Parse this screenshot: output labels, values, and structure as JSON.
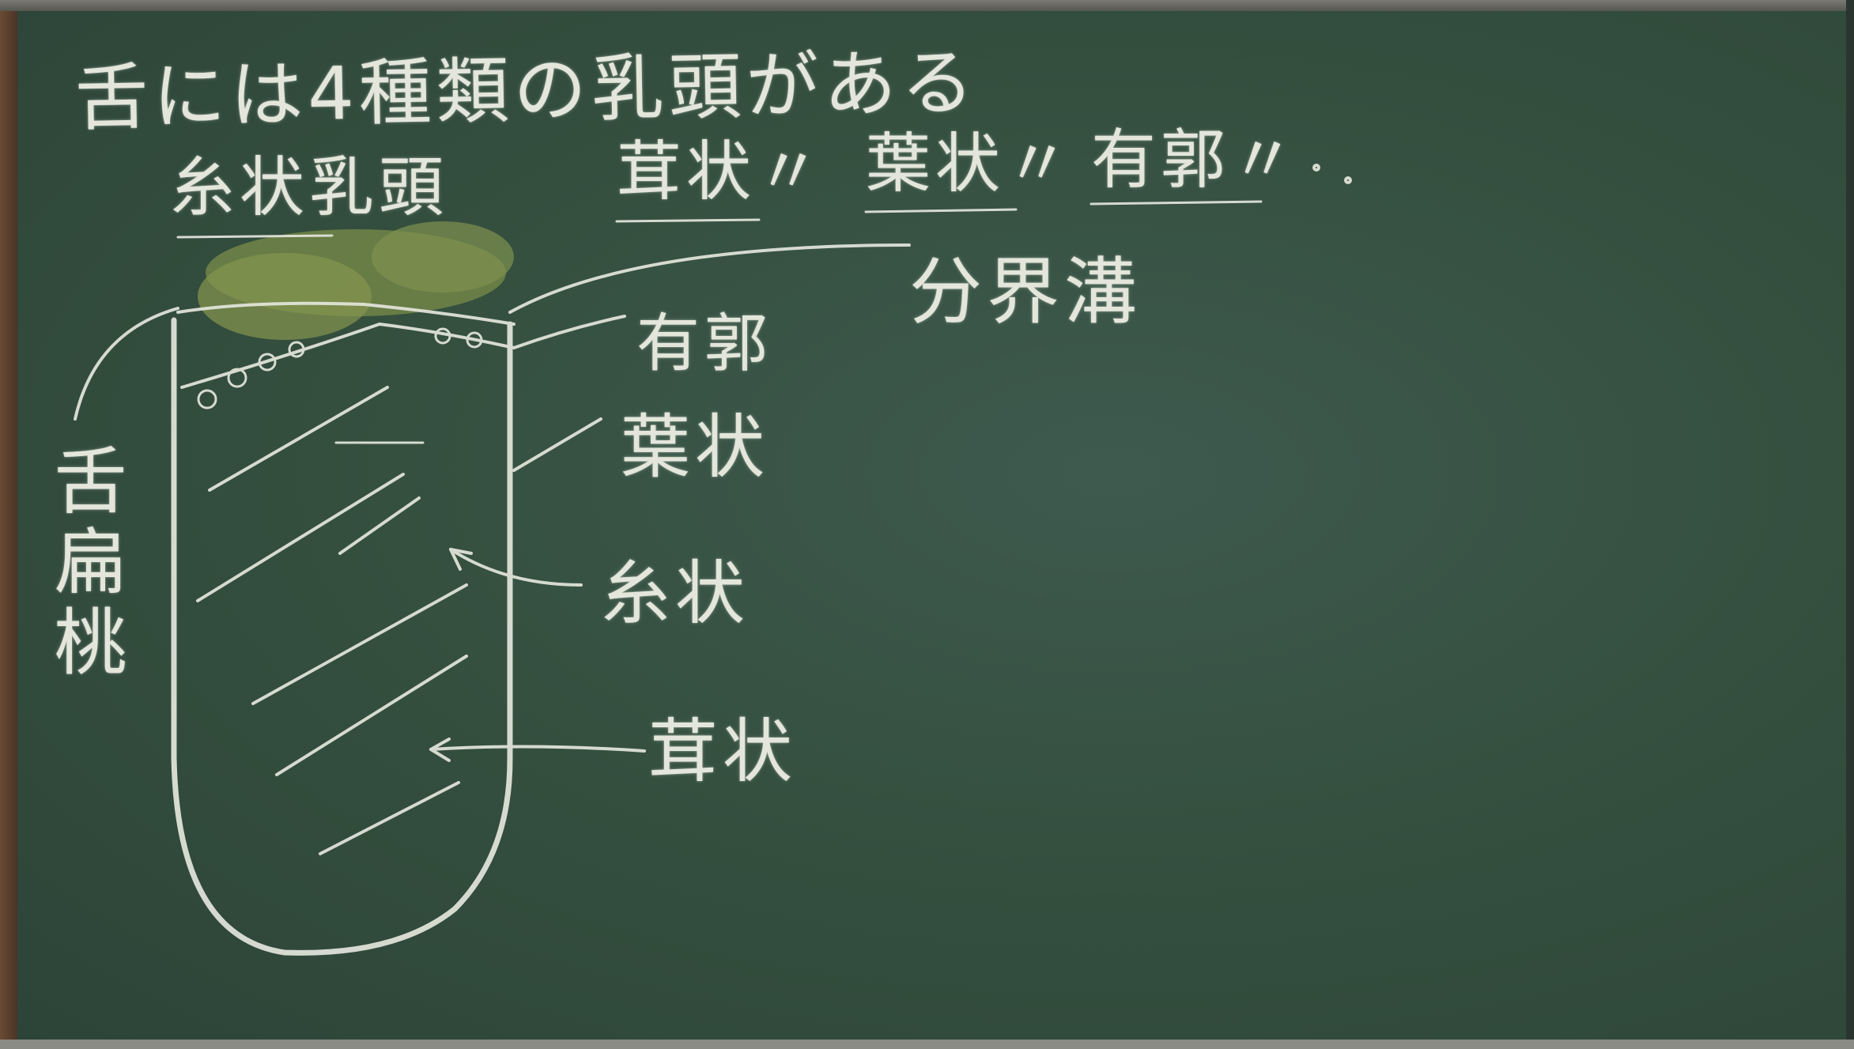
{
  "board": {
    "line1": "舌には4種類の乳頭がある",
    "line2_item1": "糸状乳頭",
    "line2_item2": "茸状〃",
    "line2_item3": "葉状〃",
    "line2_item4": "有郭〃",
    "label_groove": "分界溝",
    "label_tonsil": "舌扁桃",
    "label_circumvallate": "有郭",
    "label_foliate": "葉状",
    "label_filiform": "糸状",
    "label_fungiform": "茸状"
  },
  "colors": {
    "board": "#35503f",
    "chalk": "#e4e6dc",
    "moss": "#7a8c4a"
  }
}
